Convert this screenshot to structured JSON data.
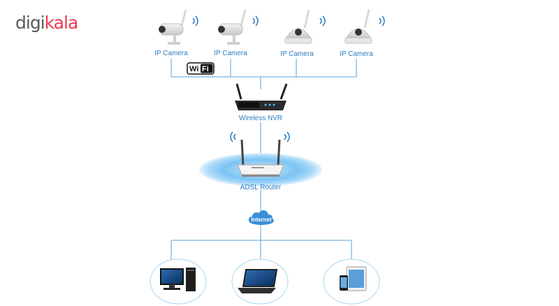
{
  "brand": {
    "logo_part1": "digi",
    "logo_part2": "kala",
    "logo_color1": "#5a5a5a",
    "logo_color2": "#ef394e"
  },
  "cameras": [
    {
      "label": "IP Camera",
      "type": "bullet"
    },
    {
      "label": "IP Camera",
      "type": "bullet"
    },
    {
      "label": "IP Camera",
      "type": "dome"
    },
    {
      "label": "IP Camera",
      "type": "dome"
    }
  ],
  "wifi_badge": {
    "left": "Wi",
    "right": "Fi"
  },
  "nvr": {
    "label": "Wireless NVR"
  },
  "router": {
    "label": "ADSL Router"
  },
  "cloud": {
    "label": "Internet"
  },
  "devices": [
    {
      "type": "desktop-icon"
    },
    {
      "type": "laptop-icon"
    },
    {
      "type": "tablet-phone-icon"
    }
  ],
  "colors": {
    "line": "#5aa0d8",
    "label": "#2a7bbf",
    "cloud": "#3a8fd6"
  }
}
